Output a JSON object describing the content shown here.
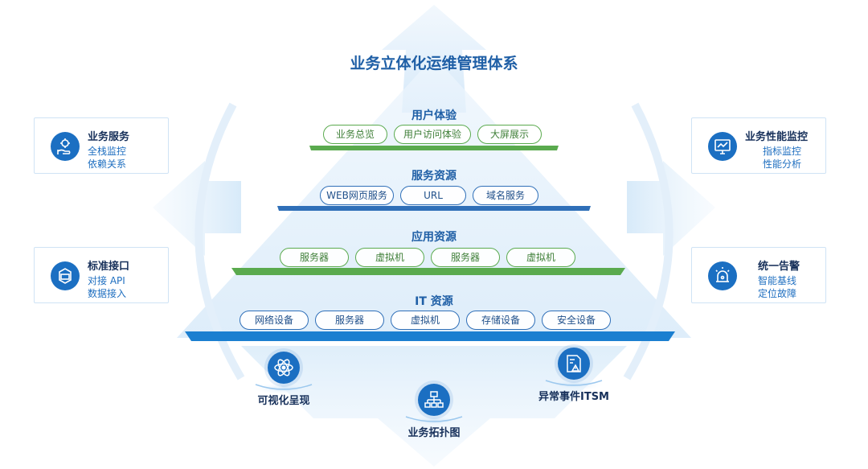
{
  "title": "业务立体化运维管理体系",
  "tiers": [
    {
      "title": "用户体验",
      "items": [
        "业务总览",
        "用户访问体验",
        "大屏展示"
      ]
    },
    {
      "title": "服务资源",
      "items": [
        "WEB网页服务",
        "URL",
        "域名服务"
      ]
    },
    {
      "title": "应用资源",
      "items": [
        "服务器",
        "虚拟机",
        "服务器",
        "虚拟机"
      ]
    },
    {
      "title": "IT 资源",
      "items": [
        "网络设备",
        "服务器",
        "虚拟机",
        "存储设备",
        "安全设备"
      ]
    }
  ],
  "side_cards": {
    "biz_service": {
      "title": "业务服务",
      "lines": [
        "全栈监控",
        "依赖关系"
      ],
      "icon": "hand-gear-icon"
    },
    "std_api": {
      "title": "标准接口",
      "lines": [
        "对接 API",
        "数据接入"
      ],
      "icon": "api-box-icon"
    },
    "biz_perf": {
      "title": "业务性能监控",
      "lines": [
        "指标监控",
        "性能分析"
      ],
      "icon": "monitor-chart-icon"
    },
    "alert": {
      "title": "统一告警",
      "lines": [
        "智能基线",
        "定位故障"
      ],
      "icon": "alarm-light-icon"
    }
  },
  "bottom": {
    "visual": {
      "label": "可视化呈现",
      "icon": "atom-icon"
    },
    "topology": {
      "label": "业务拓扑图",
      "icon": "network-topology-icon"
    },
    "itsm": {
      "label": "异常事件ITSM",
      "icon": "warning-document-icon"
    }
  },
  "colors": {
    "primary_blue": "#1b6fc2",
    "title_blue": "#1f5fa6",
    "green": "#5aaa4e",
    "light_blue": "#dcecf9"
  }
}
